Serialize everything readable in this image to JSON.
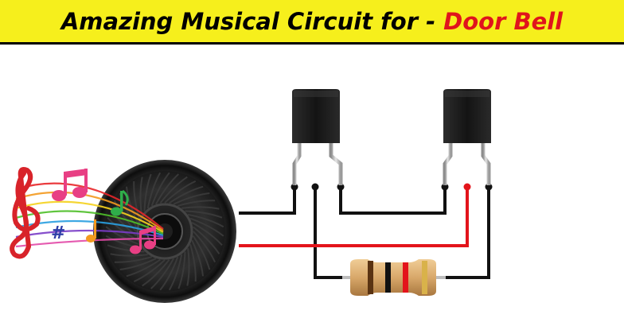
{
  "title": {
    "main": "Amazing Musical Circuit for -",
    "highlight": "Door Bell"
  },
  "colors": {
    "banner_bg": "#f6ef1c",
    "title_text": "#000000",
    "title_highlight": "#e0141c",
    "wire_black": "#111111",
    "wire_red": "#e3141b",
    "transistor_body": "#1c1c1c",
    "resistor_body": "#d8a86a"
  },
  "components": {
    "speaker": {
      "icon": "speaker-icon"
    },
    "transistors": [
      {
        "id": "transistor-left",
        "icon": "transistor-icon"
      },
      {
        "id": "transistor-right",
        "icon": "transistor-icon"
      }
    ],
    "resistor": {
      "icon": "resistor-icon",
      "bands": [
        "#5a3312",
        "#111111",
        "#e3141b",
        "#d9b24a"
      ]
    },
    "music_notes": {
      "icon": "music-notes-icon"
    }
  }
}
